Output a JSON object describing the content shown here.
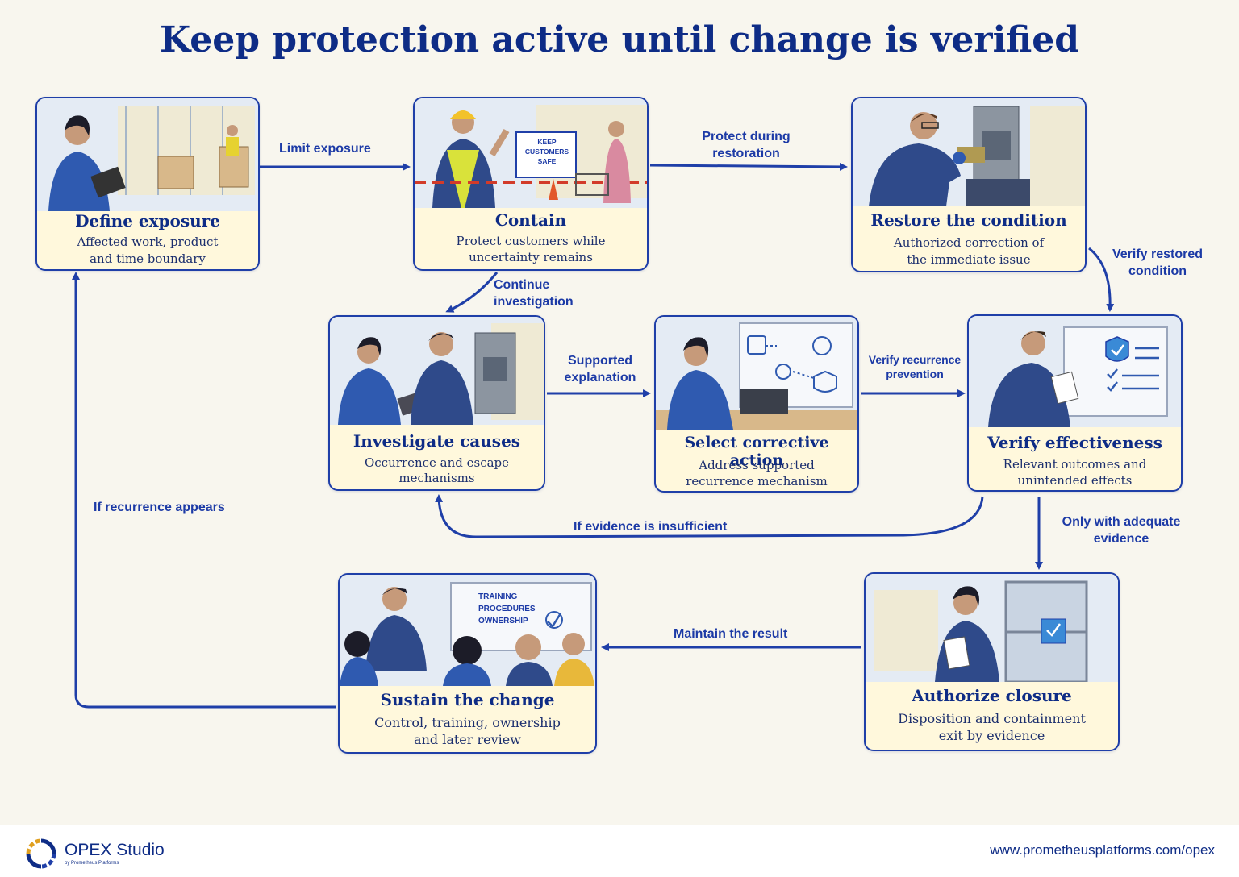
{
  "title": "Keep protection active until change is verified",
  "steps": {
    "define": {
      "title": "Define exposure",
      "desc1": "Affected work, product",
      "desc2": "and time boundary"
    },
    "contain": {
      "title": "Contain",
      "desc1": "Protect customers while",
      "desc2": "uncertainty remains",
      "sign1": "KEEP",
      "sign2": "CUSTOMERS",
      "sign3": "SAFE"
    },
    "restore": {
      "title": "Restore the condition",
      "desc1": "Authorized correction of",
      "desc2": "the immediate issue"
    },
    "investigate": {
      "title": "Investigate causes",
      "desc1": "Occurrence and escape",
      "desc2": "mechanisms"
    },
    "select": {
      "title": "Select corrective action",
      "desc1": "Address supported",
      "desc2": "recurrence mechanism"
    },
    "verify": {
      "title": "Verify effectiveness",
      "desc1": "Relevant outcomes and",
      "desc2": "unintended effects"
    },
    "sustain": {
      "title": "Sustain the change",
      "desc1": "Control, training, ownership",
      "desc2": "and later review",
      "board1": "TRAINING",
      "board2": "PROCEDURES",
      "board3": "OWNERSHIP"
    },
    "authorize": {
      "title": "Authorize closure",
      "desc1": "Disposition and containment",
      "desc2": "exit by evidence"
    }
  },
  "arrows": {
    "limit": "Limit exposure",
    "protect1": "Protect during",
    "protect2": "restoration",
    "verify_restored1": "Verify restored",
    "verify_restored2": "condition",
    "continue1": "Continue",
    "continue2": "investigation",
    "supported1": "Supported",
    "supported2": "explanation",
    "recurrence_prev1": "Verify recurrence",
    "recurrence_prev2": "prevention",
    "insufficient": "If evidence is insufficient",
    "adequate1": "Only with adequate",
    "adequate2": "evidence",
    "maintain": "Maintain the result",
    "recurrence_appears": "If recurrence appears"
  },
  "footer": {
    "brand": "OPEX Studio",
    "brand_sub": "by Prometheus Platforms",
    "url": "www.prometheusplatforms.com/opex"
  },
  "colors": {
    "accent": "#1f3fa8",
    "title": "#0e2c86",
    "card_bg": "#fff8dc",
    "background": "#f8f6ee"
  }
}
